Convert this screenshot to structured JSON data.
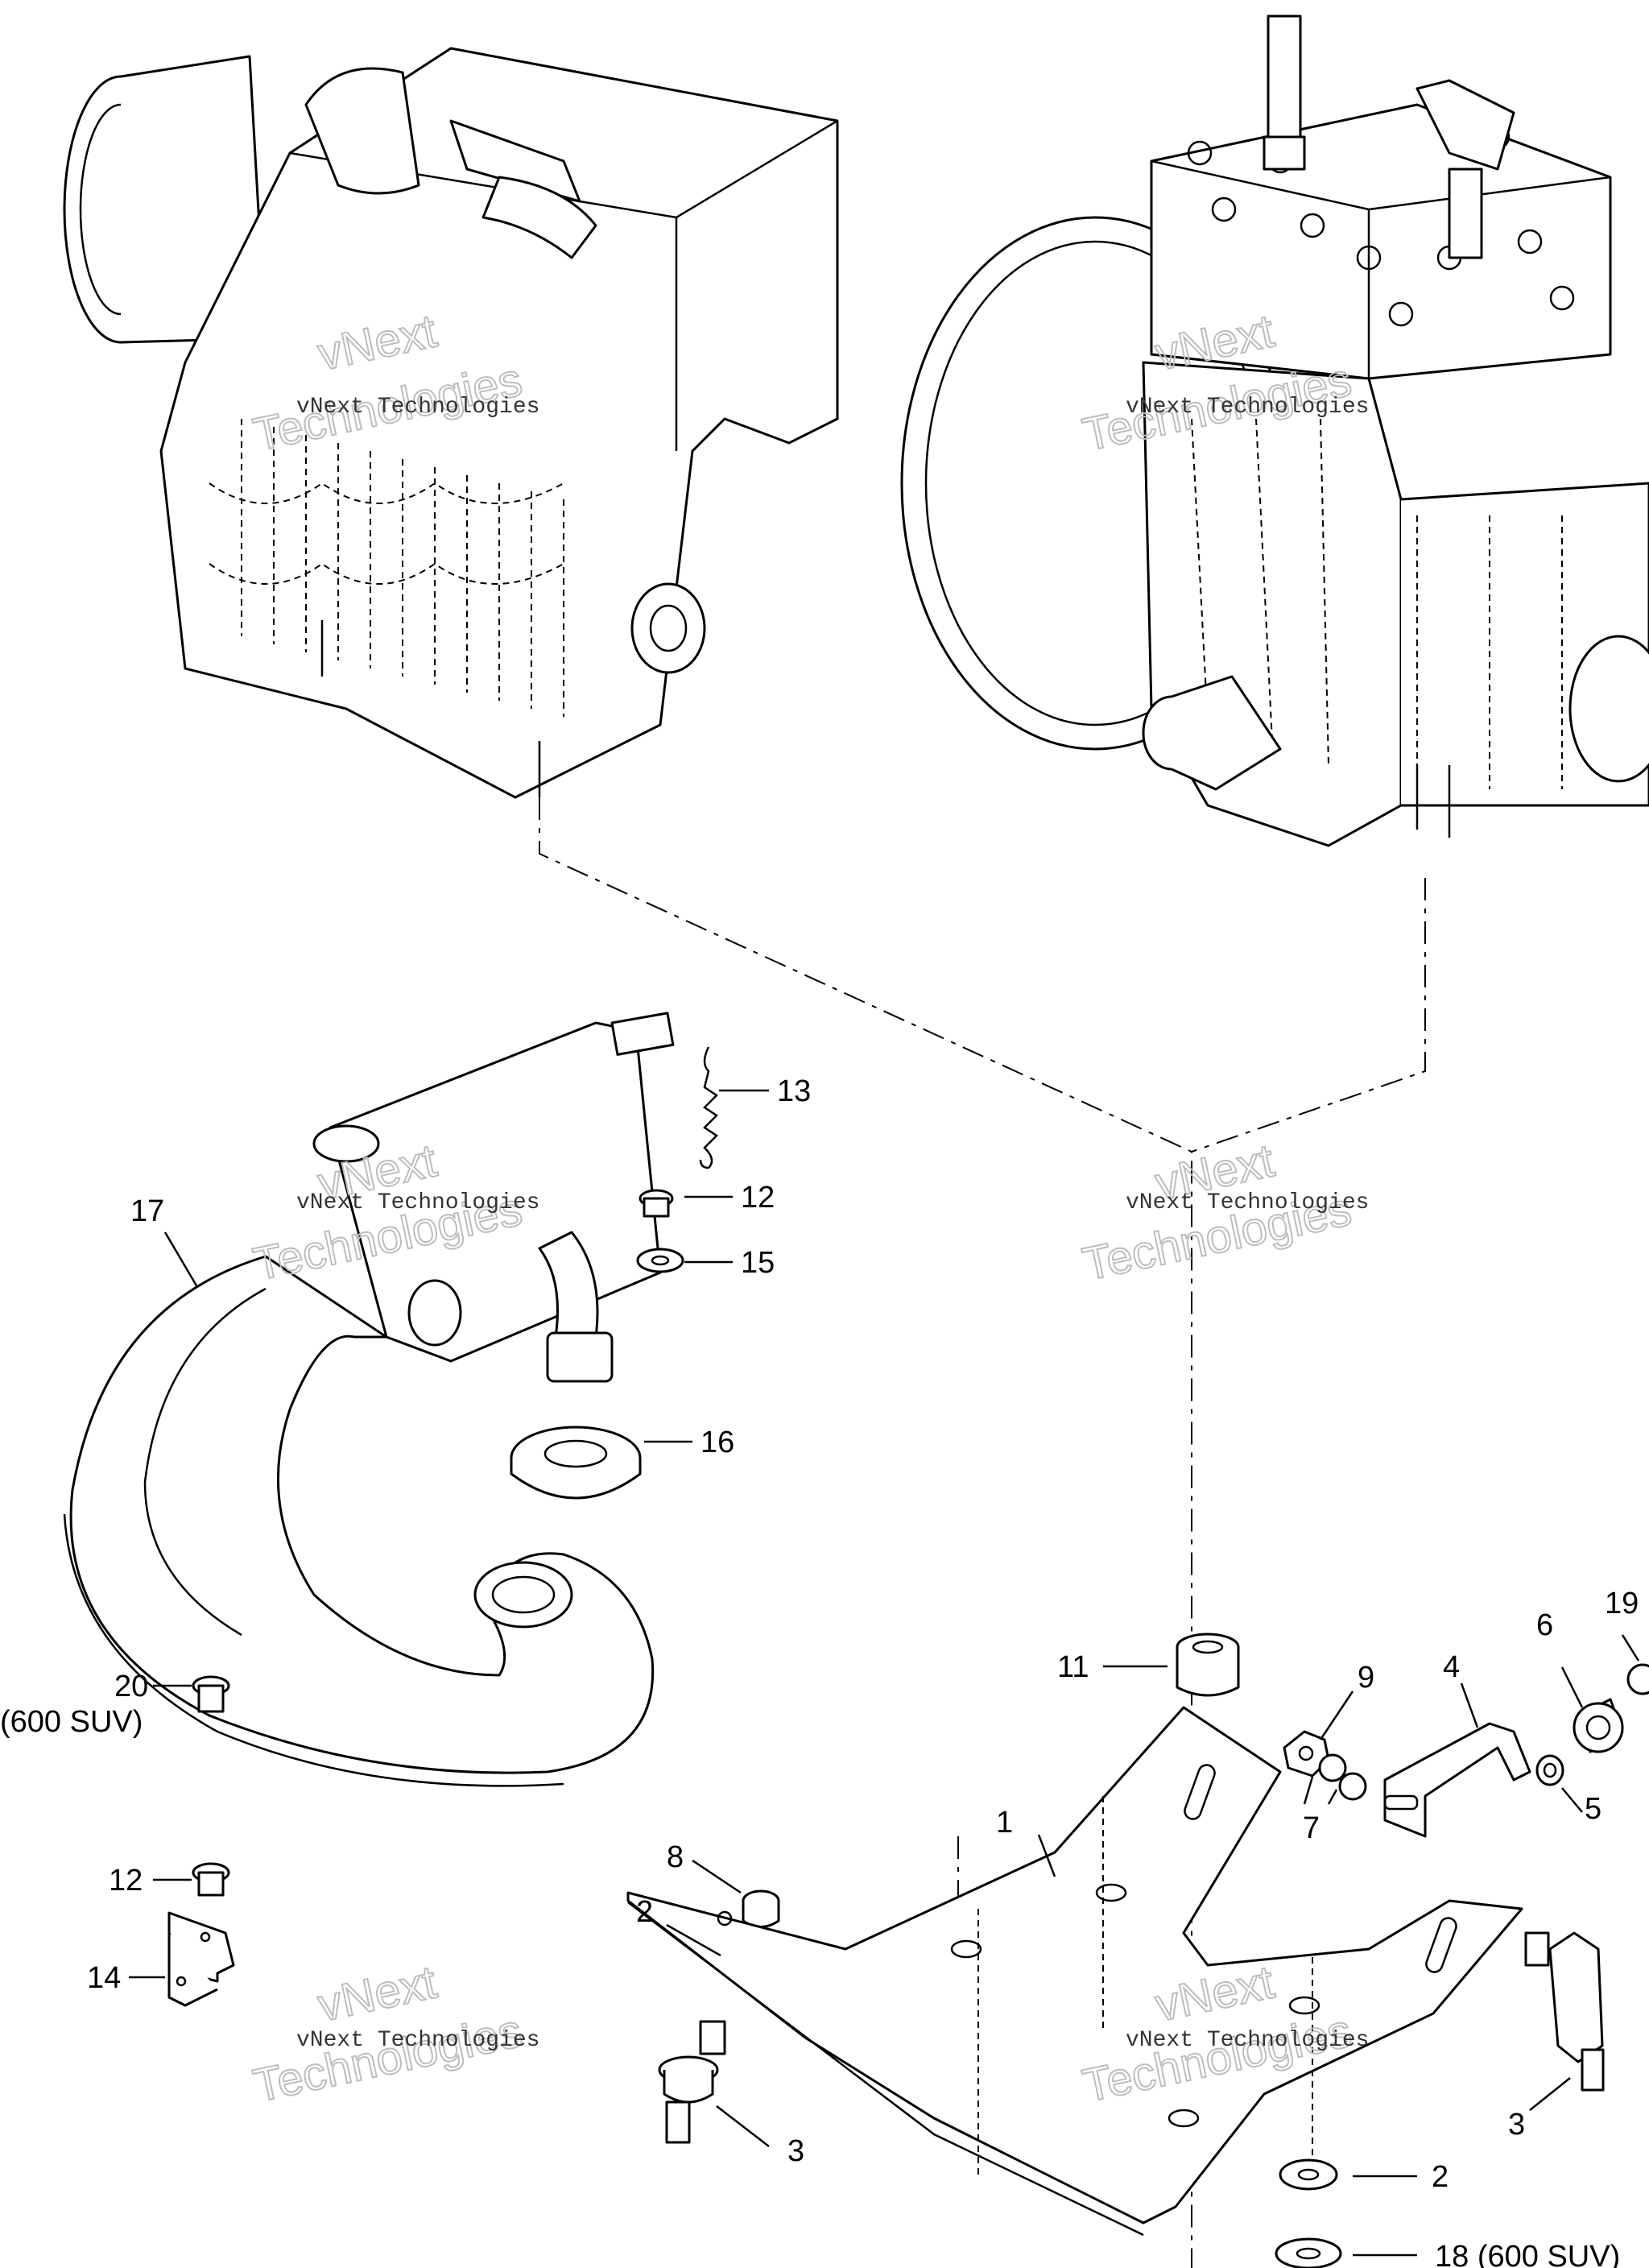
{
  "callouts": {
    "c1": "1",
    "c2a": "2",
    "c2b": "2",
    "c3a": "3",
    "c3b": "3",
    "c4": "4",
    "c5": "5",
    "c6": "6",
    "c7": "7",
    "c8": "8",
    "c9": "9",
    "c11": "11",
    "c12a": "12",
    "c12b": "12",
    "c13": "13",
    "c14": "14",
    "c15": "15",
    "c16": "16",
    "c17": "17",
    "c18": "18 (600 SUV)",
    "c19": "19",
    "c20": "20",
    "c20_note": "(600 SUV)"
  },
  "watermark": {
    "small": "vNext Technologies",
    "line1": "vNext",
    "line2": "Technologies"
  }
}
